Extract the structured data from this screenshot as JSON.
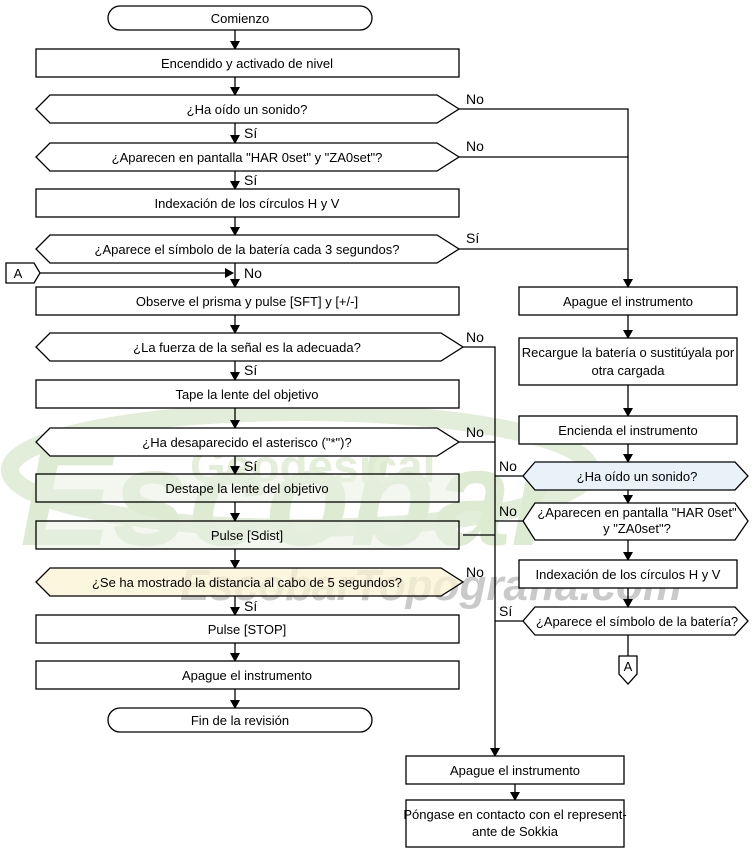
{
  "watermark": {
    "logo": "Escobar",
    "logo_overlay": "Geodesical",
    "site": "EscobarTopografia.com",
    "fill_color": "#ddebd3",
    "accent_color": "#f3e7a5",
    "text_color": "#c9c9c9"
  },
  "colors": {
    "line": "#000000",
    "box_fill": "#ffffff"
  },
  "left": {
    "start": "Comienzo",
    "power_on": "Encendido y activado de nivel",
    "q_sound": "¿Ha oído un sonido?",
    "q_har": "¿Aparecen en pantalla \"HAR 0set\" y \"ZA0set\"?",
    "indexing": "Indexación de los círculos H y V",
    "q_battery": "¿Aparece el símbolo de la batería cada 3 segundos?",
    "observe": "Observe el prisma y pulse [SFT] y [+/-]",
    "q_signal": "¿La fuerza de la señal es la adecuada?",
    "cover_lens": "Tape la lente del objetivo",
    "q_asterisk": "¿Ha desaparecido el asterisco (\"*\")?",
    "uncover_lens": "Destape la lente del objetivo",
    "press_sdist": "Pulse [Sdist]",
    "q_distance": "¿Se ha mostrado la distancia al cabo de 5 segundos?",
    "press_stop": "Pulse [STOP]",
    "power_off": "Apague el instrumento",
    "end": "Fin de la revisión"
  },
  "right": {
    "power_off": "Apague el instrumento",
    "recharge": [
      "Recargue la batería o sustitúyala por",
      "otra cargada"
    ],
    "power_on": "Encienda el instrumento",
    "q_sound": "¿Ha oído un sonido?",
    "q_har": [
      "¿Aparecen en pantalla \"HAR 0set\"",
      "y \"ZA0set\"?"
    ],
    "indexing": "Indexación de los círculos H y V",
    "q_battery": "¿Aparece el símbolo de la batería?",
    "power_off_2": "Apague el instrumento",
    "contact": [
      "Póngase en contacto con el represent-",
      "ante de Sokkia"
    ]
  },
  "connectors": {
    "a": "A"
  },
  "labels": {
    "no_sound": "No",
    "si_sound": "Sí",
    "no_har": "No",
    "si_har": "Sí",
    "si_battery": "Sí",
    "no_battery": "No",
    "no_signal": "No",
    "si_signal": "Sí",
    "no_asterisk": "No",
    "si_asterisk": "Sí",
    "no_distance": "No",
    "si_distance": "Sí",
    "no_r_sound": "No",
    "no_r_har": "No",
    "si_r_battery": "Sí"
  }
}
